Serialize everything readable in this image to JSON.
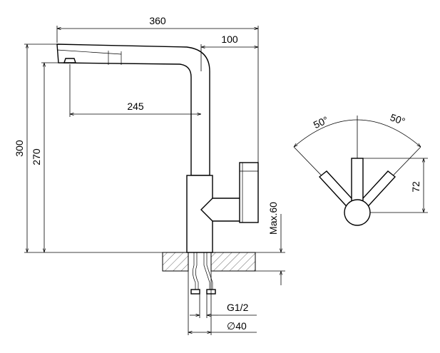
{
  "dimensions": {
    "total_length": "360",
    "handle_reach": "100",
    "spout_reach": "245",
    "total_height": "300",
    "spout_height": "270",
    "max_counter": "Max.60",
    "thread": "G1/2",
    "hole_diameter": "∅40",
    "angle_left": "50°",
    "angle_right": "50°",
    "lever_height": "72"
  },
  "colors": {
    "line": "#000000",
    "background": "#ffffff"
  }
}
